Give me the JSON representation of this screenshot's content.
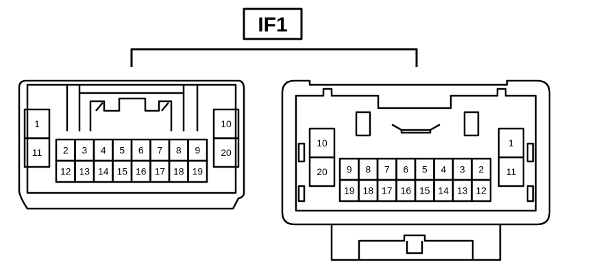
{
  "title": "IF1",
  "colors": {
    "line": "#000000",
    "background": "#ffffff"
  },
  "left_connector": {
    "outer_left": [
      "1",
      "11"
    ],
    "outer_right": [
      "10",
      "20"
    ],
    "top_row": [
      "2",
      "3",
      "4",
      "5",
      "6",
      "7",
      "8",
      "9"
    ],
    "bottom_row": [
      "12",
      "13",
      "14",
      "15",
      "16",
      "17",
      "18",
      "19"
    ]
  },
  "right_connector": {
    "outer_left": [
      "10",
      "20"
    ],
    "outer_right": [
      "1",
      "11"
    ],
    "top_row": [
      "9",
      "8",
      "7",
      "6",
      "5",
      "4",
      "3",
      "2"
    ],
    "bottom_row": [
      "19",
      "18",
      "17",
      "16",
      "15",
      "14",
      "13",
      "12"
    ]
  }
}
